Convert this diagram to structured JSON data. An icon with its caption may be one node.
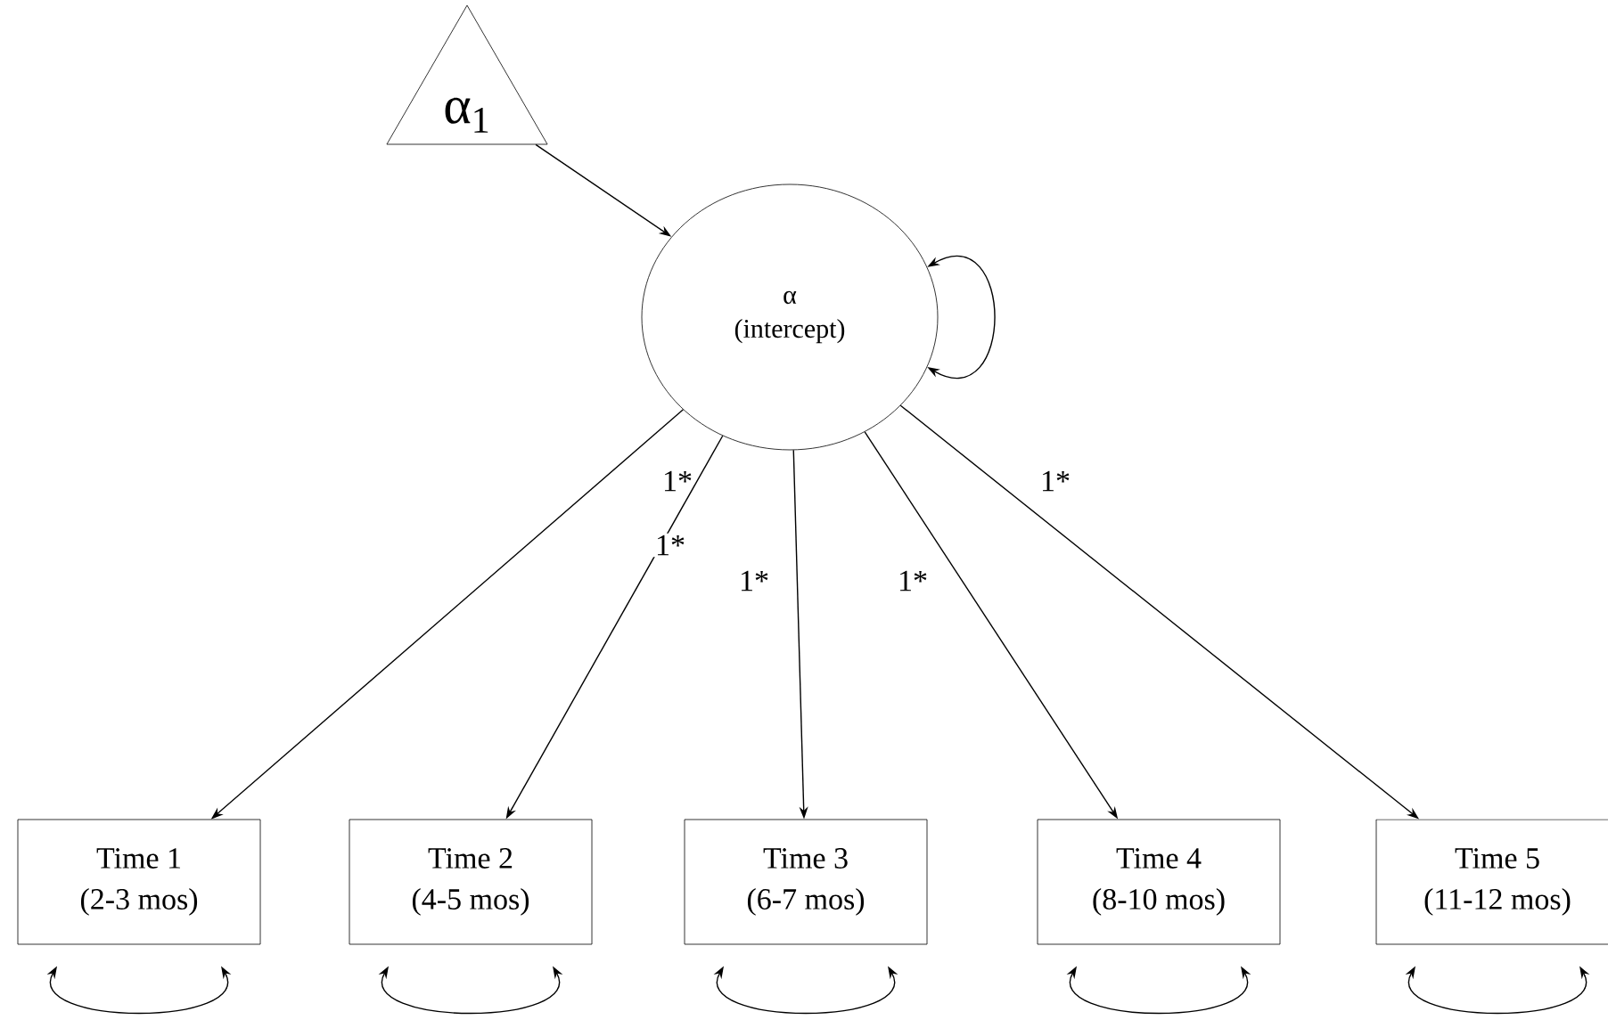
{
  "diagram": {
    "nodes": [
      {
        "text": [
          "α$_{1}$"
        ]
      },
      {
        "text": [
          "α",
          "(intercept)"
        ]
      },
      {
        "text": [
          "Time 1",
          "(2-3 mos)"
        ]
      },
      {
        "text": [
          "Time 2",
          "(4-5 mos)"
        ]
      },
      {
        "text": [
          "Time 3",
          "(6-7 mos)"
        ]
      },
      {
        "text": [
          "Time 4",
          "(8-10 mos)"
        ]
      },
      {
        "text": [
          "Time 5",
          "(11-12 mos)"
        ]
      }
    ],
    "edges": [
      {
        "from": 0,
        "to": 1,
        "arrow": "to"
      },
      {
        "from": 1,
        "to": 1,
        "arrow": "both"
      },
      {
        "from": 1,
        "to": 2,
        "arrow": "to",
        "label": "1*"
      },
      {
        "from": 1,
        "to": 3,
        "arrow": "to",
        "label": "1*"
      },
      {
        "from": 1,
        "to": 4,
        "arrow": "to",
        "label": "1*"
      },
      {
        "from": 1,
        "to": 5,
        "arrow": "to",
        "label": "1*"
      },
      {
        "from": 1,
        "to": 6,
        "arrow": "to",
        "label": "1*"
      },
      {
        "from": 2,
        "to": 2,
        "arrow": "both"
      },
      {
        "from": 3,
        "to": 3,
        "arrow": "both"
      },
      {
        "from": 4,
        "to": 4,
        "arrow": "both"
      },
      {
        "from": 5,
        "to": 5,
        "arrow": "both"
      },
      {
        "from": 6,
        "to": 6,
        "arrow": "both"
      }
    ]
  }
}
